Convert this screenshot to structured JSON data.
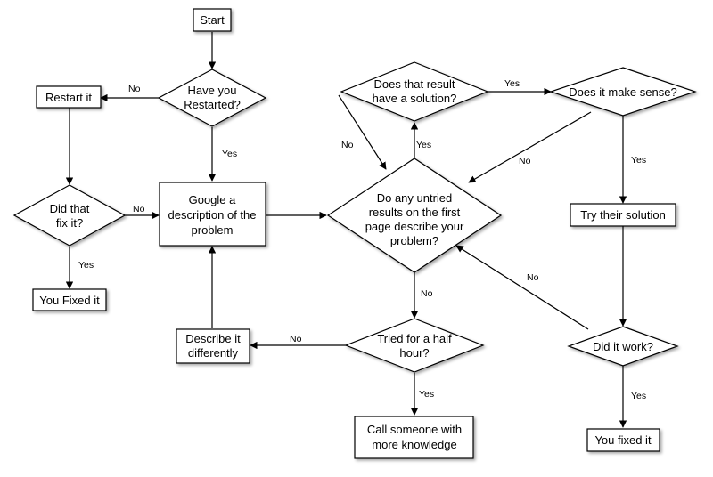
{
  "nodes": {
    "start": "Start",
    "have_restarted": [
      "Have you",
      "Restarted?"
    ],
    "restart_it": "Restart it",
    "did_that_fix": [
      "Did that",
      "fix it?"
    ],
    "you_fixed_it_left": "You Fixed it",
    "google": [
      "Google a",
      "description of the",
      "problem"
    ],
    "describe_differently": [
      "Describe it",
      "differently"
    ],
    "does_result_solution": [
      "Does that result",
      "have a solution?"
    ],
    "does_it_make_sense": "Does it make sense?",
    "untried_results": [
      "Do any untried",
      "results on the first",
      "page describe your",
      "problem?"
    ],
    "try_solution": "Try their solution",
    "tried_half_hour": [
      "Tried for a half",
      "hour?"
    ],
    "did_it_work": "Did it work?",
    "call_someone": [
      "Call someone with",
      "more knowledge"
    ],
    "you_fixed_it_right": "You fixed it"
  },
  "edge_labels": {
    "restarted_no": "No",
    "restarted_yes": "Yes",
    "fix_no": "No",
    "fix_yes": "Yes",
    "solution_yes": "Yes",
    "solution_no": "No",
    "untried_yes": "Yes",
    "sense_no": "No",
    "sense_yes": "Yes",
    "untried_no": "No",
    "half_hour_no": "No",
    "half_hour_yes": "Yes",
    "work_no": "No",
    "work_yes": "Yes"
  }
}
